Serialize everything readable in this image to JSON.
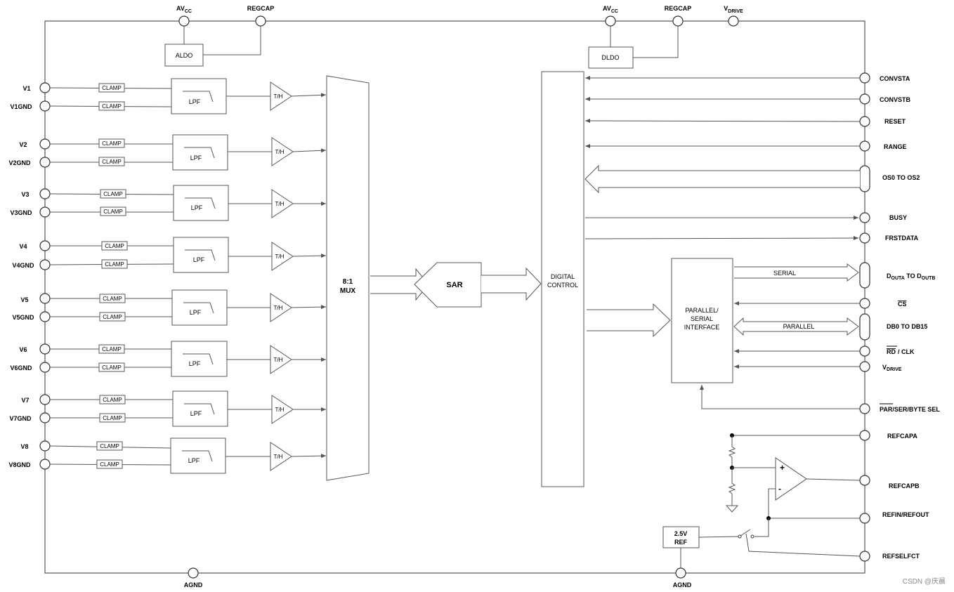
{
  "top_pins_left": [
    {
      "id": "avcc1",
      "main": "AV",
      "sub": "CC"
    },
    {
      "id": "regcap1",
      "main": "REGCAP",
      "sub": ""
    }
  ],
  "top_pins_right": [
    {
      "id": "avcc2",
      "main": "AV",
      "sub": "CC"
    },
    {
      "id": "regcap2",
      "main": "REGCAP",
      "sub": ""
    },
    {
      "id": "vdrive_top",
      "main": "V",
      "sub": "DRIVE"
    }
  ],
  "bottom_pins": [
    "AGND",
    "AGND"
  ],
  "blocks": {
    "aldo": "ALDO",
    "dldo": "DLDO",
    "mux_line1": "8:1",
    "mux_line2": "MUX",
    "sar": "SAR",
    "digital_line1": "DIGITAL",
    "digital_line2": "CONTROL",
    "psi_line1": "PARALLEL/",
    "psi_line2": "SERIAL",
    "psi_line3": "INTERFACE",
    "ref_line1": "2.5V",
    "ref_line2": "REF",
    "serial_label": "SERIAL",
    "parallel_label": "PARALLEL",
    "clamp": "CLAMP",
    "lpf": "LPF",
    "th": "T/H",
    "plus": "+",
    "minus": "-"
  },
  "channels": [
    {
      "pos": "V1",
      "neg": "V1GND"
    },
    {
      "pos": "V2",
      "neg": "V2GND"
    },
    {
      "pos": "V3",
      "neg": "V3GND"
    },
    {
      "pos": "V4",
      "neg": "V4GND"
    },
    {
      "pos": "V5",
      "neg": "V5GND"
    },
    {
      "pos": "V6",
      "neg": "V6GND"
    },
    {
      "pos": "V7",
      "neg": "V7GND"
    },
    {
      "pos": "V8",
      "neg": "V8GND"
    }
  ],
  "right_pins": {
    "convsta": "CONVSTA",
    "convstb": "CONVSTB",
    "reset": "RESET",
    "range": "RANGE",
    "os": "OS0 TO OS2",
    "busy": "BUSY",
    "frstdata": "FRSTDATA",
    "dout_a": "D",
    "dout_a_sub": "OUTA",
    "dout_to": " TO ",
    "dout_b": "D",
    "dout_b_sub": "OUTB",
    "cs": "CS",
    "db": "DB0 TO DB15",
    "rd": "RD",
    "clk": "/ CLK",
    "vdrive": "V",
    "vdrive_sub": "DRIVE",
    "parser": "PAR/SER/BYTE SEL",
    "refcapa": "REFCAPA",
    "refcapb": "REFCAPB",
    "refinout": "REFIN/REFOUT",
    "refselfct": "REFSELFCT"
  },
  "watermark": "CSDN @庆晨"
}
